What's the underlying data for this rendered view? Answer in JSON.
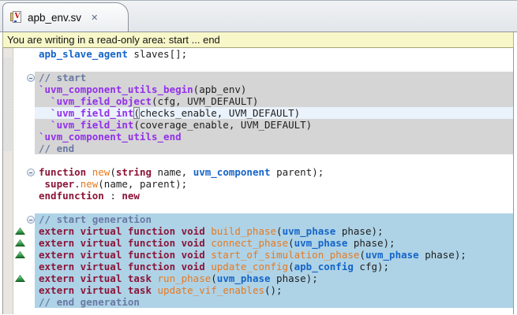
{
  "window": {
    "tab": {
      "title": "apb_env.sv",
      "close_label": "✕",
      "file_icon_letter": "V"
    }
  },
  "banner": {
    "text": "You are writing in a read-only area: start ... end"
  },
  "colors": {
    "keyword": "#8b1538",
    "macro": "#9330ea",
    "comment": "#6a79a3",
    "type": "#1565c8",
    "fname": "#e8791e",
    "plain": "#1e1e1e",
    "readonly_block_bg": "#d5d5d5",
    "generation_block_bg": "#aed3e7",
    "current_line_bg": "#eaf2fb",
    "banner_bg": "#f7f7c9",
    "override_marker_green": "#2f9e44",
    "fold_icon_border": "#93a5c0"
  },
  "code": {
    "lines": [
      {
        "bg": null,
        "fold": false,
        "marker": false,
        "current": false,
        "tokens": [
          {
            "text": "apb_slave_agent",
            "style": "type"
          },
          {
            "text": " slaves[];",
            "style": "plain"
          }
        ]
      },
      {
        "bg": null,
        "fold": false,
        "marker": false,
        "current": false,
        "tokens": []
      },
      {
        "bg": "readonly",
        "fold": true,
        "marker": false,
        "current": false,
        "tokens": [
          {
            "text": "// start",
            "style": "comment"
          }
        ]
      },
      {
        "bg": "readonly",
        "fold": false,
        "marker": false,
        "current": false,
        "tokens": [
          {
            "text": "`uvm_component_utils_begin",
            "style": "macro"
          },
          {
            "text": "(apb_env)",
            "style": "plain"
          }
        ]
      },
      {
        "bg": "readonly",
        "fold": false,
        "marker": false,
        "current": false,
        "tokens": [
          {
            "text": "  `uvm_field_object",
            "style": "macro"
          },
          {
            "text": "(cfg, UVM_DEFAULT)",
            "style": "plain"
          }
        ]
      },
      {
        "bg": "readonly",
        "fold": false,
        "marker": false,
        "current": true,
        "tokens": [
          {
            "text": "  `uvm_field_int",
            "style": "macro"
          },
          {
            "text": "(",
            "style": "plain",
            "box": true
          },
          {
            "text": "checks_enable, UVM_DEFAULT)",
            "style": "plain"
          }
        ]
      },
      {
        "bg": "readonly",
        "fold": false,
        "marker": false,
        "current": false,
        "tokens": [
          {
            "text": "  `uvm_field_int",
            "style": "macro"
          },
          {
            "text": "(coverage_enable, UVM_DEFAULT)",
            "style": "plain"
          }
        ]
      },
      {
        "bg": "readonly",
        "fold": false,
        "marker": false,
        "current": false,
        "tokens": [
          {
            "text": "`uvm_component_utils_end",
            "style": "macro"
          }
        ]
      },
      {
        "bg": "readonly",
        "fold": false,
        "marker": false,
        "current": false,
        "tokens": [
          {
            "text": "// end",
            "style": "comment"
          }
        ]
      },
      {
        "bg": null,
        "fold": false,
        "marker": false,
        "current": false,
        "tokens": []
      },
      {
        "bg": null,
        "fold": true,
        "marker": false,
        "current": false,
        "tokens": [
          {
            "text": "function",
            "style": "keyword"
          },
          {
            "text": " ",
            "style": "plain"
          },
          {
            "text": "new",
            "style": "fname"
          },
          {
            "text": "(",
            "style": "plain"
          },
          {
            "text": "string",
            "style": "keyword"
          },
          {
            "text": " name, ",
            "style": "plain"
          },
          {
            "text": "uvm_component",
            "style": "type"
          },
          {
            "text": " parent);",
            "style": "plain"
          }
        ]
      },
      {
        "bg": null,
        "fold": false,
        "marker": false,
        "current": false,
        "tokens": [
          {
            "text": " ",
            "style": "plain"
          },
          {
            "text": "super",
            "style": "keyword"
          },
          {
            "text": ".",
            "style": "plain"
          },
          {
            "text": "new",
            "style": "fname"
          },
          {
            "text": "(name, parent);",
            "style": "plain"
          }
        ]
      },
      {
        "bg": null,
        "fold": false,
        "marker": false,
        "current": false,
        "tokens": [
          {
            "text": "endfunction",
            "style": "keyword"
          },
          {
            "text": " : ",
            "style": "plain"
          },
          {
            "text": "new",
            "style": "keyword"
          }
        ]
      },
      {
        "bg": null,
        "fold": false,
        "marker": false,
        "current": false,
        "tokens": []
      },
      {
        "bg": "generation",
        "fold": true,
        "marker": false,
        "current": false,
        "tokens": [
          {
            "text": "// start generation",
            "style": "comment"
          }
        ]
      },
      {
        "bg": "generation",
        "fold": false,
        "marker": true,
        "current": false,
        "tokens": [
          {
            "text": "extern virtual function void",
            "style": "keyword"
          },
          {
            "text": " ",
            "style": "plain"
          },
          {
            "text": "build_phase",
            "style": "fname"
          },
          {
            "text": "(",
            "style": "plain"
          },
          {
            "text": "uvm_phase",
            "style": "type"
          },
          {
            "text": " phase);",
            "style": "plain"
          }
        ]
      },
      {
        "bg": "generation",
        "fold": false,
        "marker": true,
        "current": false,
        "tokens": [
          {
            "text": "extern virtual function void",
            "style": "keyword"
          },
          {
            "text": " ",
            "style": "plain"
          },
          {
            "text": "connect_phase",
            "style": "fname"
          },
          {
            "text": "(",
            "style": "plain"
          },
          {
            "text": "uvm_phase",
            "style": "type"
          },
          {
            "text": " phase);",
            "style": "plain"
          }
        ]
      },
      {
        "bg": "generation",
        "fold": false,
        "marker": true,
        "current": false,
        "tokens": [
          {
            "text": "extern virtual function void",
            "style": "keyword"
          },
          {
            "text": " ",
            "style": "plain"
          },
          {
            "text": "start_of_simulation_phase",
            "style": "fname"
          },
          {
            "text": "(",
            "style": "plain"
          },
          {
            "text": "uvm_phase",
            "style": "type"
          },
          {
            "text": " phase);",
            "style": "plain"
          }
        ]
      },
      {
        "bg": "generation",
        "fold": false,
        "marker": false,
        "current": false,
        "tokens": [
          {
            "text": "extern virtual function void",
            "style": "keyword"
          },
          {
            "text": " ",
            "style": "plain"
          },
          {
            "text": "update_config",
            "style": "fname"
          },
          {
            "text": "(",
            "style": "plain"
          },
          {
            "text": "apb_config",
            "style": "type"
          },
          {
            "text": " cfg);",
            "style": "plain"
          }
        ]
      },
      {
        "bg": "generation",
        "fold": false,
        "marker": true,
        "current": false,
        "tokens": [
          {
            "text": "extern virtual task",
            "style": "keyword"
          },
          {
            "text": " ",
            "style": "plain"
          },
          {
            "text": "run_phase",
            "style": "fname"
          },
          {
            "text": "(",
            "style": "plain"
          },
          {
            "text": "uvm_phase",
            "style": "type"
          },
          {
            "text": " phase);",
            "style": "plain"
          }
        ]
      },
      {
        "bg": "generation",
        "fold": false,
        "marker": false,
        "current": false,
        "tokens": [
          {
            "text": "extern virtual task",
            "style": "keyword"
          },
          {
            "text": " ",
            "style": "plain"
          },
          {
            "text": "update_vif_enables",
            "style": "fname"
          },
          {
            "text": "();",
            "style": "plain"
          }
        ]
      },
      {
        "bg": "generation",
        "fold": false,
        "marker": false,
        "current": false,
        "tokens": [
          {
            "text": "// end generation",
            "style": "comment"
          }
        ]
      }
    ]
  }
}
